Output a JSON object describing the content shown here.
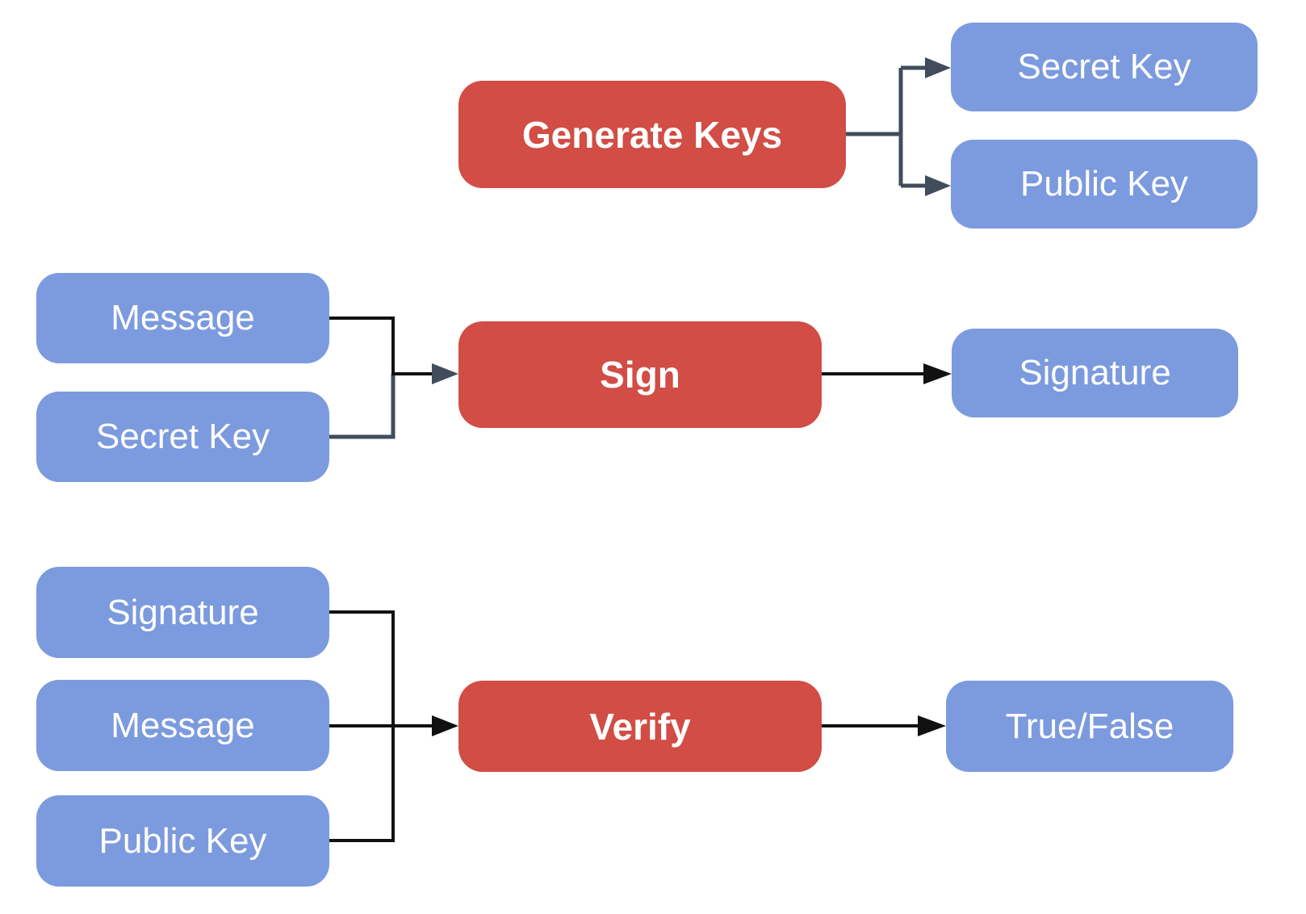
{
  "diagram": {
    "description": "Digital signature scheme flow diagram",
    "nodes": {
      "generate_keys": {
        "label": "Generate Keys",
        "type": "process"
      },
      "secret_key_out": {
        "label": "Secret Key",
        "type": "data"
      },
      "public_key_out": {
        "label": "Public Key",
        "type": "data"
      },
      "message_sign_in": {
        "label": "Message",
        "type": "data"
      },
      "secret_key_sign_in": {
        "label": "Secret Key",
        "type": "data"
      },
      "sign": {
        "label": "Sign",
        "type": "process"
      },
      "signature_out": {
        "label": "Signature",
        "type": "data"
      },
      "signature_verify_in": {
        "label": "Signature",
        "type": "data"
      },
      "message_verify_in": {
        "label": "Message",
        "type": "data"
      },
      "public_key_verify_in": {
        "label": "Public Key",
        "type": "data"
      },
      "verify": {
        "label": "Verify",
        "type": "process"
      },
      "true_false": {
        "label": "True/False",
        "type": "data"
      }
    },
    "edges": [
      {
        "from": "generate_keys",
        "to": "secret_key_out"
      },
      {
        "from": "generate_keys",
        "to": "public_key_out"
      },
      {
        "from": "message_sign_in",
        "to": "sign"
      },
      {
        "from": "secret_key_sign_in",
        "to": "sign"
      },
      {
        "from": "sign",
        "to": "signature_out"
      },
      {
        "from": "signature_verify_in",
        "to": "verify"
      },
      {
        "from": "message_verify_in",
        "to": "verify"
      },
      {
        "from": "public_key_verify_in",
        "to": "verify"
      },
      {
        "from": "verify",
        "to": "true_false"
      }
    ]
  },
  "colors": {
    "process_fill": "#D14D45",
    "data_fill": "#7C9ADE",
    "connector_dark": "#414C5C",
    "connector_black": "#111111",
    "label_text": "#FFFFFF",
    "background": "#FFFFFF"
  }
}
